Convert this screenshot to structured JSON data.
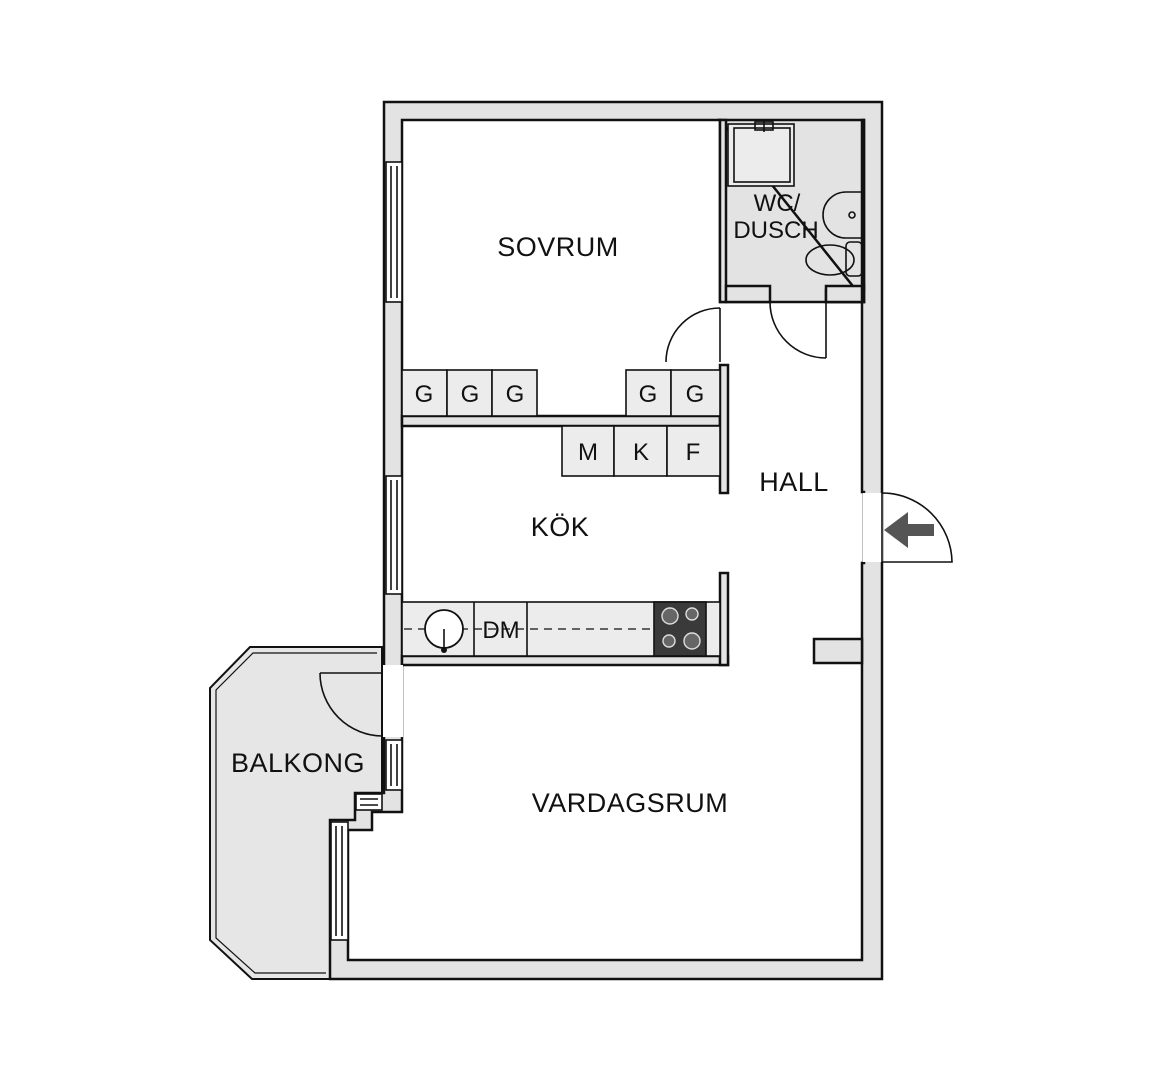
{
  "rooms": {
    "sovrum": "SOVRUM",
    "wc_line1": "WC/",
    "wc_line2": "DUSCH",
    "hall": "HALL",
    "kok": "KÖK",
    "balkong": "BALKONG",
    "vardagsrum": "VARDAGSRUM"
  },
  "closets": [
    "G",
    "G",
    "G",
    "G",
    "G"
  ],
  "kitchen_units": [
    "M",
    "K",
    "F"
  ],
  "dishwasher": "DM",
  "icons": {
    "entrance": "entrance-arrow-icon",
    "stove": "stove-icon",
    "sink": "sink-icon",
    "shower": "shower-icon",
    "toilet": "toilet-icon",
    "washbasin": "washbasin-icon"
  },
  "colors": {
    "wall_fill": "#e3e3e3",
    "line": "#111111",
    "unit_fill": "#ececec",
    "stove": "#3a3a3a",
    "arrow": "#555555"
  }
}
